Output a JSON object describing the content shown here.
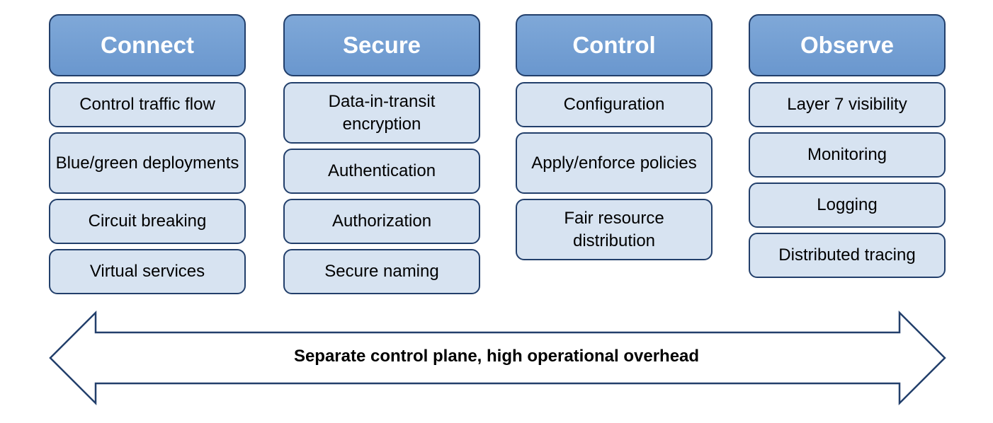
{
  "columns": [
    {
      "title": "Connect",
      "items": [
        "Control traffic flow",
        "Blue/green deployments",
        "Circuit breaking",
        "Virtual services"
      ]
    },
    {
      "title": "Secure",
      "items": [
        "Data-in-transit encryption",
        "Authentication",
        "Authorization",
        "Secure naming"
      ]
    },
    {
      "title": "Control",
      "items": [
        "Configuration",
        "Apply/enforce policies",
        "Fair resource distribution"
      ]
    },
    {
      "title": "Observe",
      "items": [
        "Layer 7 visibility",
        "Monitoring",
        "Logging",
        "Distributed tracing"
      ]
    }
  ],
  "arrow": {
    "label": "Separate control plane, high operational overhead"
  },
  "colors": {
    "header_fill": "#7fa8d8",
    "item_fill": "#d7e3f1",
    "border": "#223f6b"
  }
}
